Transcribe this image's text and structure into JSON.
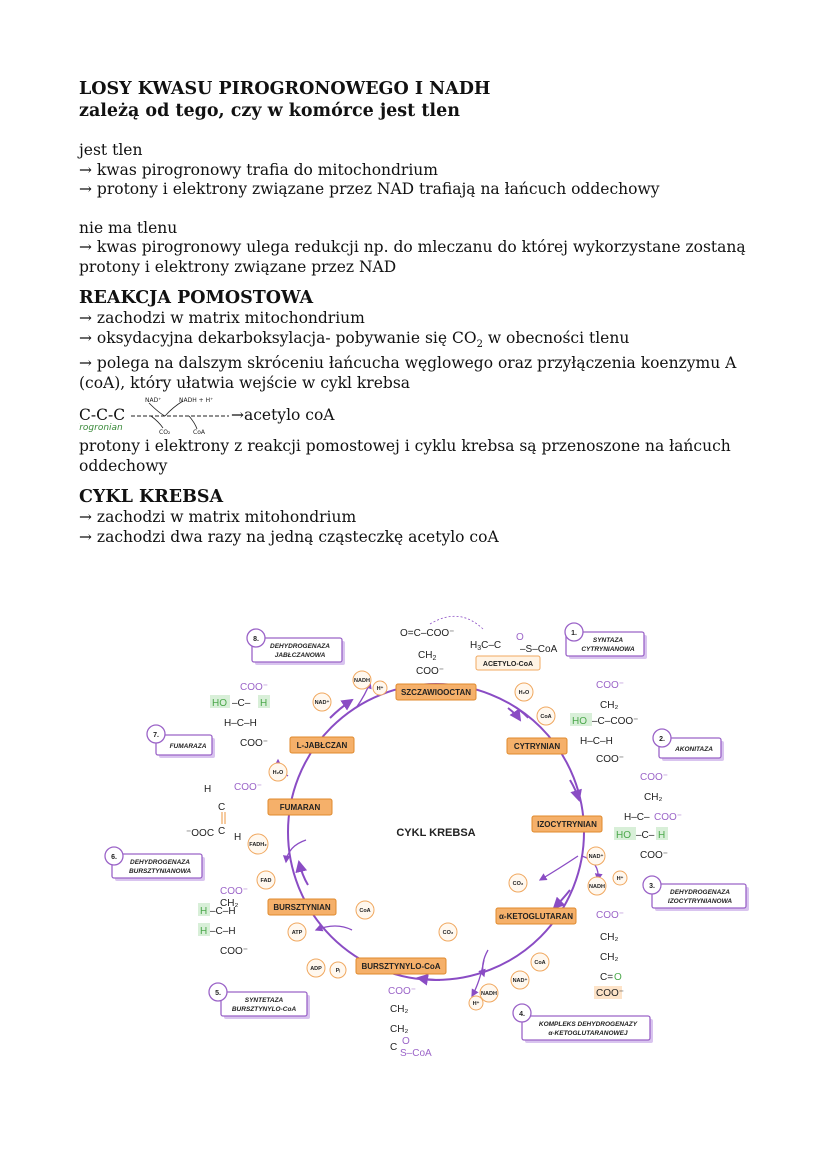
{
  "title": {
    "line1": "LOSY KWASU PIROGRONOWEGO I NADH",
    "line2": "zależą od tego, czy w komórce jest tlen"
  },
  "oxygen": {
    "heading": "jest tlen",
    "item1": "→ kwas pirogronowy trafia do mitochondrium",
    "item2": "→ protony i elektrony związane przez NAD trafiają na łańcuch oddechowy"
  },
  "no_oxygen": {
    "heading": "nie ma tlenu",
    "item1": "→ kwas pirogronowy ulega redukcji np. do mleczanu do której wykorzystane zostaną",
    "item1b": "protony i elektrony związane przez NAD"
  },
  "bridge": {
    "heading": "REAKCJA POMOSTOWA",
    "item1": "→ zachodzi w matrix mitochondrium",
    "item2a": "→ oksydacyjna dekarboksylacja- pobywanie się CO",
    "item2sub": "2",
    "item2b": " w obecności tlenu",
    "item3": "→ polega na dalszym skróceniu łańcucha węglowego oraz przyłączenia koenzymu A",
    "item3b": "(coA), który ułatwia wejście w cykl krebsa",
    "scheme_start": "C-C-C",
    "scheme_end": "→acetylo coA",
    "scheme_nad": "NAD⁺",
    "scheme_nadh": "NADH + H⁺",
    "scheme_co2": "CO₂",
    "scheme_coa": "CoA",
    "scheme_label": "pirogronian",
    "note1": "protony i elektrony z reakcji pomostowej i cyklu krebsa są przenoszone na łańcuch",
    "note2": "oddechowy"
  },
  "krebs": {
    "heading": "CYKL KREBSA",
    "item1": "→ zachodzi w matrix mitohondrium",
    "item2": "→ zachodzi dwa razy na jedną cząsteczkę acetylo coA"
  },
  "diagram": {
    "center": "CYKL KREBSA",
    "intermediates": [
      "SZCZAWIOOCTAN",
      "CYTRYNIAN",
      "IZOCYTRYNIAN",
      "α-KETOGLUTARAN",
      "BURSZTYNYLO-CoA",
      "BURSZTYNIAN",
      "FUMARAN",
      "L-JABŁCZAN"
    ],
    "acetyl": "ACETYLO-CoA",
    "enzymes": [
      {
        "num": "1.",
        "l1": "SYNTAZA",
        "l2": "CYTRYNIANOWA"
      },
      {
        "num": "2.",
        "l1": "AKONITAZA",
        "l2": ""
      },
      {
        "num": "3.",
        "l1": "DEHYDROGENAZA",
        "l2": "IZOCYTRYNIANOWA"
      },
      {
        "num": "4.",
        "l1": "KOMPLEKS DEHYDROGENAZY",
        "l2": "α-KETOGLUTARANOWEJ"
      },
      {
        "num": "5.",
        "l1": "SYNTETAZA",
        "l2": "BURSZTYNYLO-CoA"
      },
      {
        "num": "6.",
        "l1": "DEHYDROGENAZA",
        "l2": "BURSZTYNIANOWA"
      },
      {
        "num": "7.",
        "l1": "FUMARAZA",
        "l2": ""
      },
      {
        "num": "8.",
        "l1": "DEHYDROGENAZA",
        "l2": "JABŁCZANOWA"
      }
    ],
    "small": {
      "h2o": "H₂O",
      "coa": "CoA",
      "nad": "NAD⁺",
      "nadh": "NADH",
      "h": "H⁺",
      "co2": "CO₂",
      "atp": "ATP",
      "adp": "ADP",
      "pi": "Pᵢ",
      "fad": "FAD",
      "fadh2": "FADH₂"
    }
  }
}
